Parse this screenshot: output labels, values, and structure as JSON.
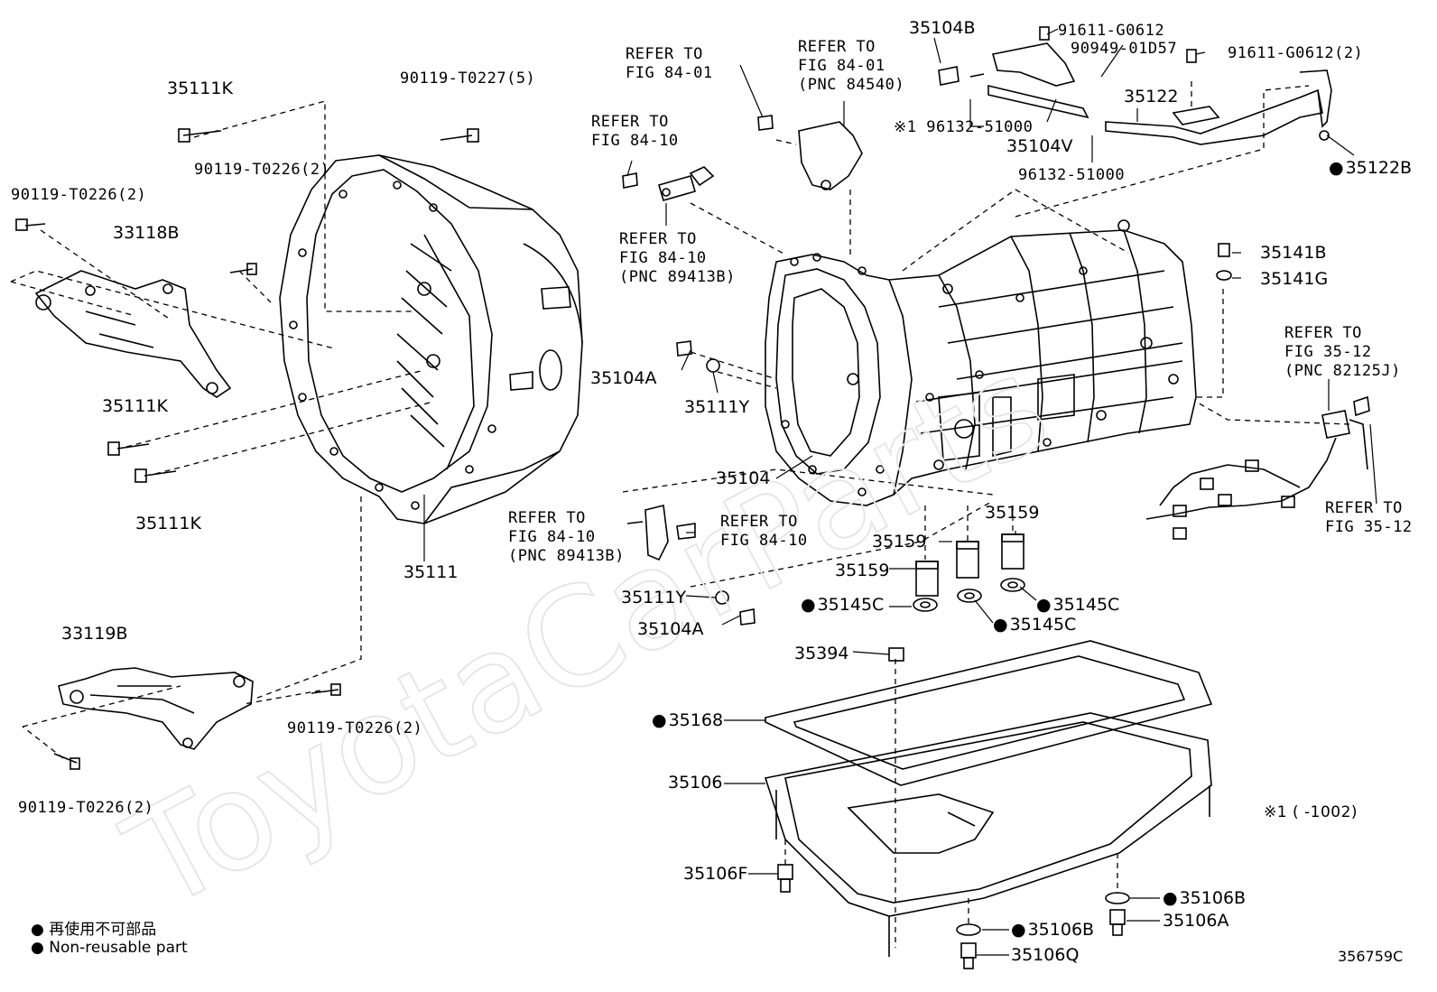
{
  "watermark": "ToyotaCarParts",
  "labels": {
    "p35111K_a": "35111K",
    "p90119_T0227": "90119-T0227(5)",
    "p90119_T0226_a": "90119-T0226(2)",
    "p90119_T0226_b": "90119-T0226(2)",
    "p33118B": "33118B",
    "p35111K_b": "35111K",
    "p35111K_c": "35111K",
    "p35111": "35111",
    "p33119B": "33119B",
    "p90119_T0226_c": "90119-T0226(2)",
    "p90119_T0226_d": "90119-T0226(2)",
    "ref_84_01_a": [
      "REFER TO",
      "FIG 84-01"
    ],
    "ref_84_01_b": [
      "REFER TO",
      "FIG 84-01",
      "(PNC 84540)"
    ],
    "ref_84_10_a": [
      "REFER TO",
      "FIG 84-10"
    ],
    "ref_84_10_b": [
      "REFER TO",
      "FIG 84-10",
      "(PNC 89413B)"
    ],
    "ref_84_10_c": [
      "REFER TO",
      "FIG 84-10",
      "(PNC 89413B)"
    ],
    "ref_84_10_d": [
      "REFER TO",
      "FIG 84-10"
    ],
    "ref_35_12_a": [
      "REFER TO",
      "FIG 35-12",
      "(PNC 82125J)"
    ],
    "ref_35_12_b": [
      "REFER TO",
      "FIG 35-12"
    ],
    "p35104B": "35104B",
    "p91611_G0612_a": "91611-G0612",
    "p90949_01D57": "90949-01D57",
    "p91611_G0612_b": "91611-G0612(2)",
    "p35122": "35122",
    "p96132_51000_a": "※1 96132-51000",
    "p35104V": "35104V",
    "p96132_51000_b": "96132-51000",
    "p35122B": "35122B",
    "p35141B": "35141B",
    "p35141G": "35141G",
    "p35104A_a": "35104A",
    "p35111Y_a": "35111Y",
    "p35104": "35104",
    "p35159_a": "35159",
    "p35159_b": "35159",
    "p35159_c": "35159",
    "p35145C_a": "35145C",
    "p35145C_b": "35145C",
    "p35145C_c": "35145C",
    "p35111Y_b": "35111Y",
    "p35104A_b": "35104A",
    "p35394": "35394",
    "p35168": "35168",
    "p35106": "35106",
    "p35106F": "35106F",
    "p35106B_a": "35106B",
    "p35106B_b": "35106B",
    "p35106A": "35106A",
    "p35106Q": "35106Q",
    "note1": "※1 (     -1002)"
  },
  "legend": {
    "jp": "再使用不可部品",
    "en": "Non-reusable part"
  },
  "diagram_code": "356759C"
}
